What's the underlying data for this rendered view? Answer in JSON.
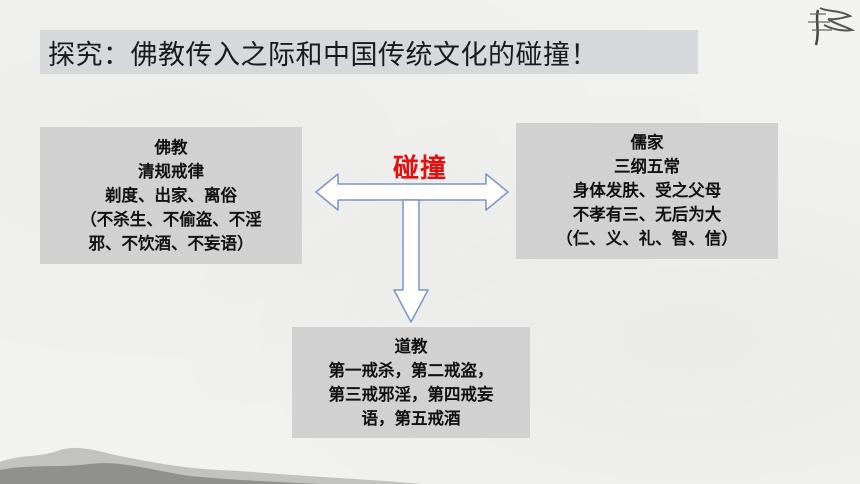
{
  "title": "探究：佛教传入之际和中国传统文化的碰撞！",
  "center_label": "碰撞",
  "colors": {
    "accent": "#e41010",
    "panel": "#d1d1d1",
    "title_bg": "#d6d8dc",
    "arrow": "#7b95c9"
  },
  "buddhism": {
    "lines": [
      "佛教",
      "清规戒律",
      "剃度、出家、离俗",
      "（不杀生、不偷盗、不淫",
      "邪、不饮酒、不妄语）"
    ]
  },
  "confucianism": {
    "lines": [
      "儒家",
      "三纲五常",
      "身体发肤、受之父母",
      "不孝有三、无后为大",
      "（仁、义、礼、智、信）"
    ]
  },
  "taoism": {
    "lines": [
      "道教",
      "第一戒杀，第二戒盗，",
      "第三戒邪淫，第四戒妄",
      "语，第五戒酒"
    ]
  }
}
